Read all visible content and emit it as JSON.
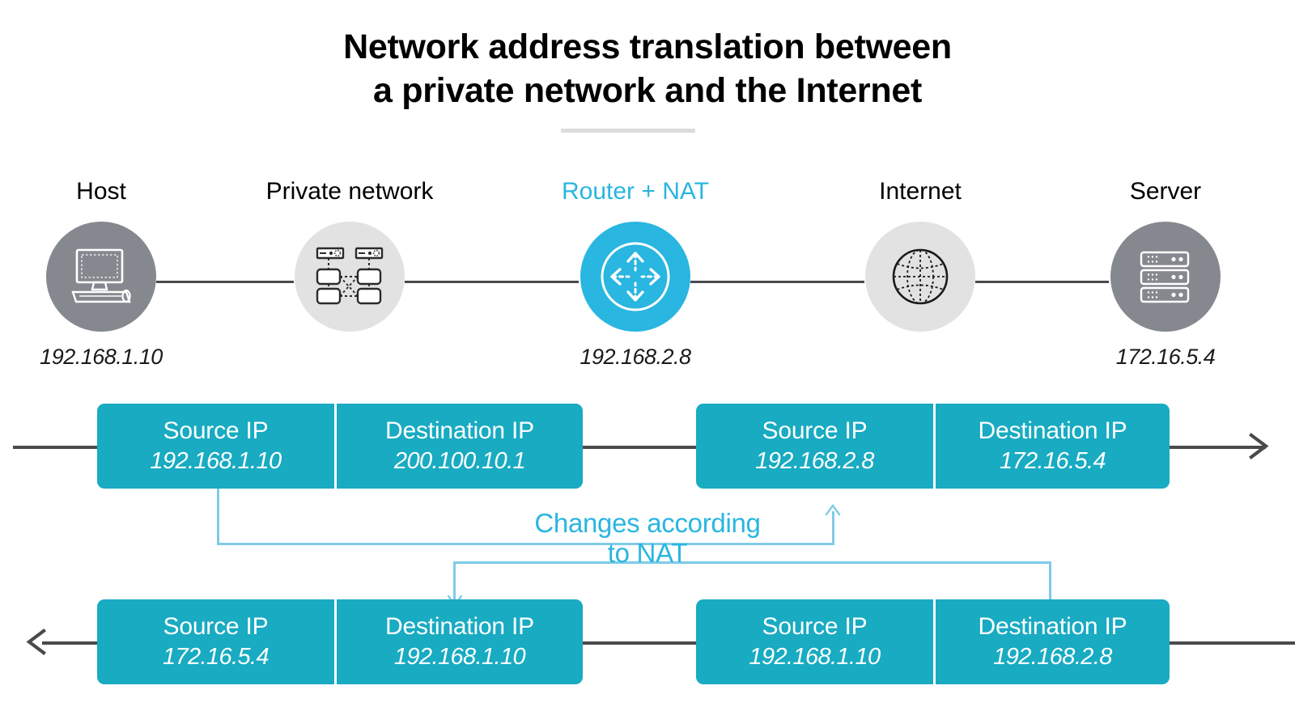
{
  "title": {
    "line1": "Network address translation between",
    "line2": "a private network and the Internet"
  },
  "colors": {
    "accent_cyan": "#29b6e0",
    "packet_teal": "#18abc2",
    "connector_blue": "#7ecbe8",
    "node_gray": "#86888f",
    "node_light_gray": "#e2e2e2",
    "line_dark": "#4a4a4d",
    "rule_gray": "#dcdcdc"
  },
  "nodes": [
    {
      "label": "Host",
      "icon": "desktop-computer-icon",
      "ip": "192.168.1.10",
      "style": "gray",
      "accent": false
    },
    {
      "label": "Private network",
      "icon": "network-topology-icon",
      "ip": "",
      "style": "light",
      "accent": false
    },
    {
      "label": "Router + NAT",
      "icon": "router-arrows-icon",
      "ip": "192.168.2.8",
      "style": "cyan",
      "accent": true
    },
    {
      "label": "Internet",
      "icon": "globe-icon",
      "ip": "",
      "style": "light",
      "accent": false
    },
    {
      "label": "Server",
      "icon": "server-rack-icon",
      "ip": "172.16.5.4",
      "style": "gray",
      "accent": false
    }
  ],
  "packets": {
    "outbound": {
      "direction": "left-to-right",
      "before_nat": {
        "source_label": "Source IP",
        "source_value": "192.168.1.10",
        "dest_label": "Destination IP",
        "dest_value": "200.100.10.1"
      },
      "after_nat": {
        "source_label": "Source IP",
        "source_value": "192.168.2.8",
        "dest_label": "Destination IP",
        "dest_value": "172.16.5.4"
      }
    },
    "inbound": {
      "direction": "right-to-left",
      "after_nat": {
        "source_label": "Source IP",
        "source_value": "172.16.5.4",
        "dest_label": "Destination IP",
        "dest_value": "192.168.1.10"
      },
      "before_nat": {
        "source_label": "Source IP",
        "source_value": "192.168.1.10",
        "dest_label": "Destination IP",
        "dest_value": "192.168.2.8"
      }
    }
  },
  "annotation": {
    "line1": "Changes according",
    "line2": "to NAT"
  }
}
